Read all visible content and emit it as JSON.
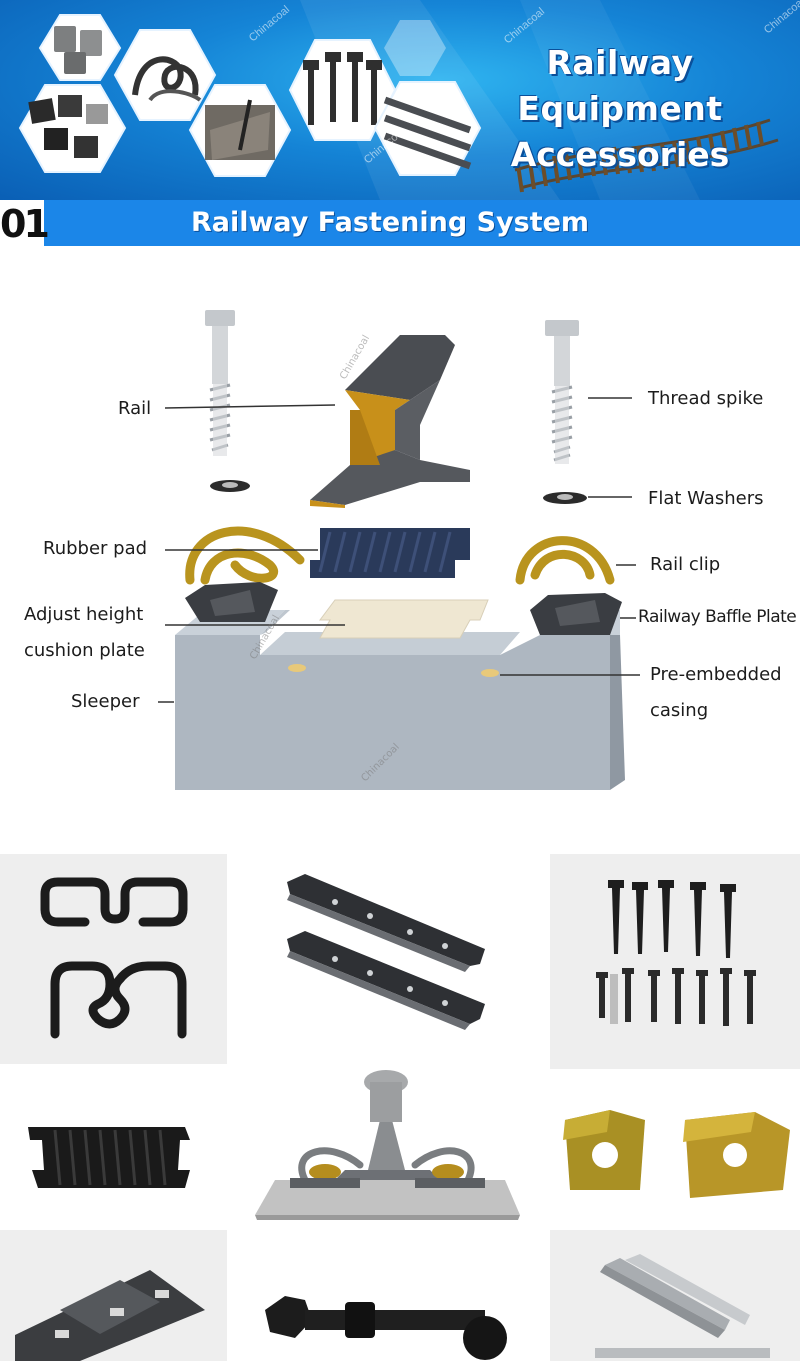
{
  "banner": {
    "title_line1": "Railway  Equipment",
    "title_line2": "Accessories",
    "watermark": "Chinacoal"
  },
  "section": {
    "number": "01",
    "title": "Railway Fastening System"
  },
  "diagram": {
    "labels": {
      "rail": "Rail",
      "thread_spike": "Thread spike",
      "flat_washers": "Flat Washers",
      "rubber_pad": "Rubber pad",
      "rail_clip": "Rail clip",
      "adjust_height_1": "Adjust height",
      "adjust_height_2": "cushion plate",
      "baffle_plate": "Railway Baffle Plate",
      "sleeper": "Sleeper",
      "pre_embedded_1": "Pre-embedded",
      "pre_embedded_2": "casing"
    }
  },
  "products": [
    {
      "icon": "rail-clip-icon"
    },
    {
      "icon": "fish-plate-icon"
    },
    {
      "icon": "screw-spike-icon"
    },
    {
      "icon": "rubber-pad-icon"
    },
    {
      "icon": "fastening-assembly-icon"
    },
    {
      "icon": "insulator-plate-icon"
    },
    {
      "icon": "tie-plate-icon"
    },
    {
      "icon": "track-bolt-icon"
    },
    {
      "icon": "guide-rail-icon"
    }
  ],
  "colors": {
    "banner_blue": "#1584d6",
    "section_blue": "#1b86e8",
    "rail_gold": "#c8901a",
    "steel_dark": "#3a3d42"
  }
}
